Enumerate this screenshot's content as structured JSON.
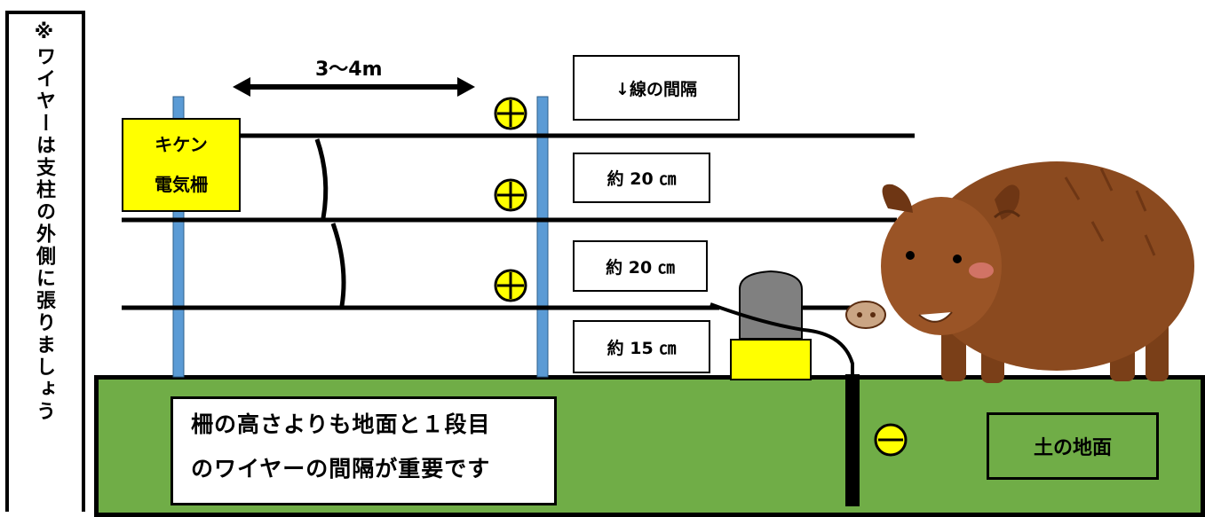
{
  "side_note": "※ワイヤーは支柱の外側に張りましょう",
  "distance_label": "3～4m",
  "spacing_header": "↓線の間隔",
  "spacing": [
    {
      "label": "約 20 ㎝"
    },
    {
      "label": "約 20 ㎝"
    },
    {
      "label": "約 15 ㎝"
    }
  ],
  "sign": {
    "line1": "キケン",
    "line2": "電気柵"
  },
  "main_note": {
    "line1": "柵の高さよりも地面と１段目",
    "line2": "のワイヤーの間隔が重要です"
  },
  "soil_label": "土の地面",
  "colors": {
    "ground": "#70ad47",
    "post": "#5b9bd5",
    "sign": "#ffff00",
    "terminal": "#ffff00",
    "energizer": "#808080",
    "boar": "#8b4a1f"
  },
  "icons": [
    "plus-terminal-icon",
    "minus-terminal-icon",
    "double-arrow-icon",
    "wild-boar-icon",
    "energizer-icon"
  ]
}
